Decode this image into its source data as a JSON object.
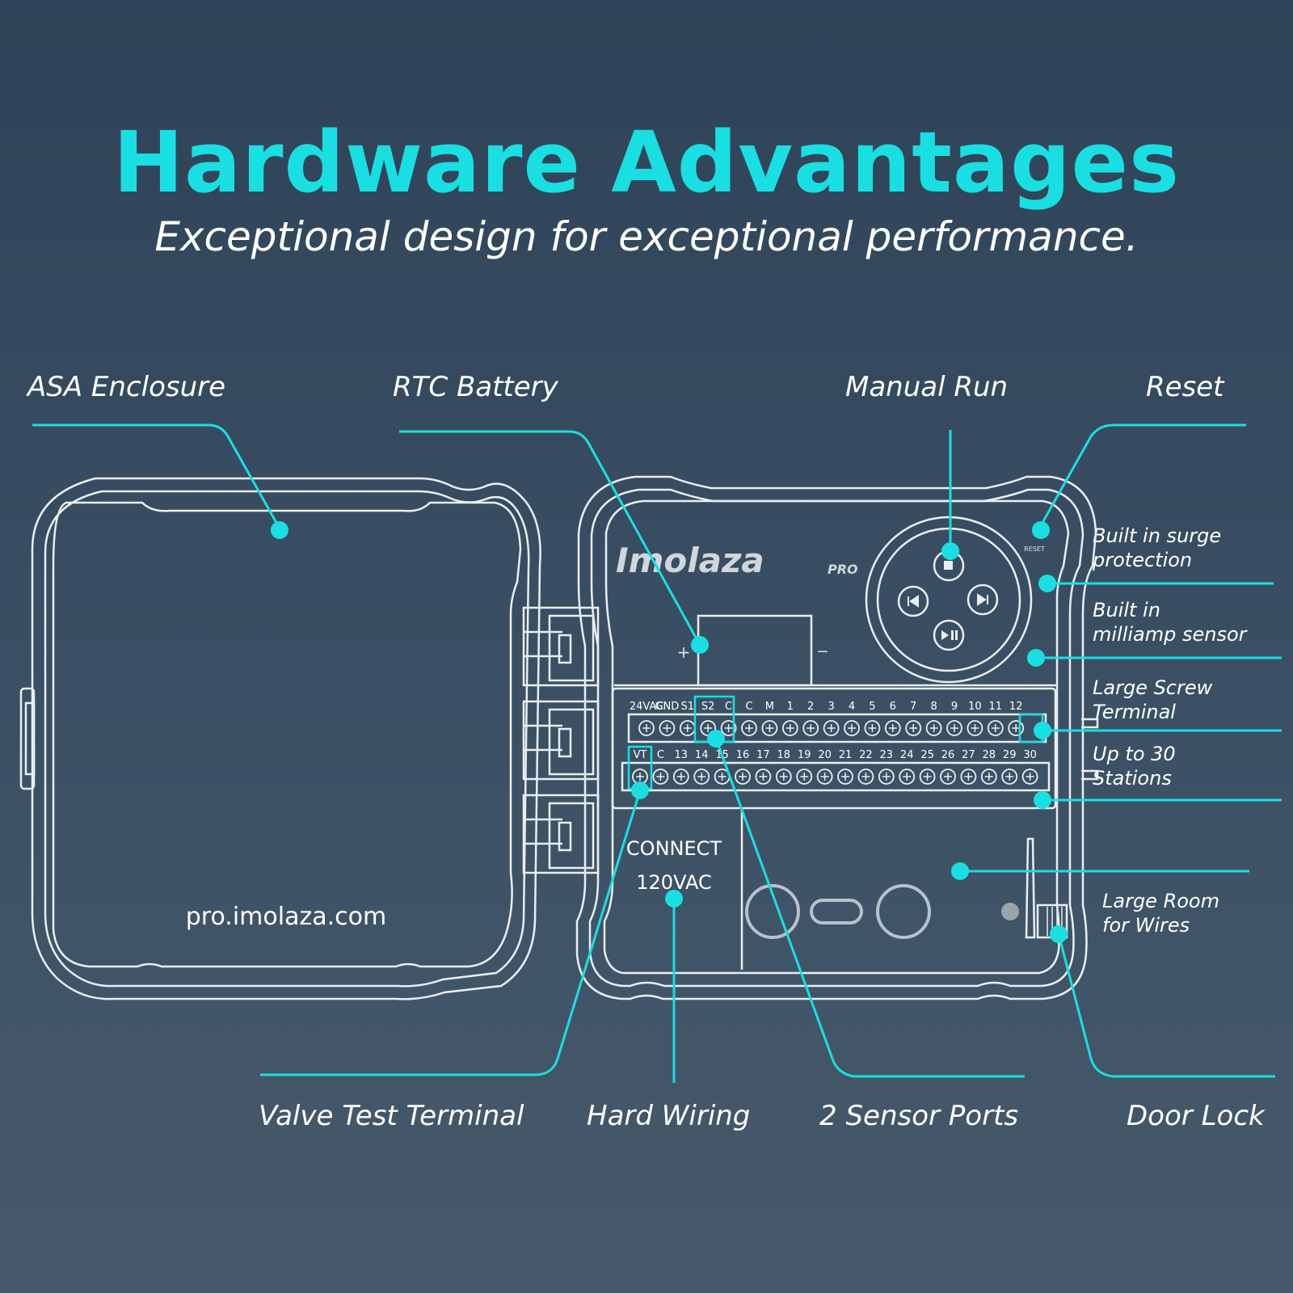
{
  "header": {
    "title": "Hardware Advantages",
    "subtitle": "Exceptional design for exceptional performance."
  },
  "colors": {
    "accent": "#19dfe2",
    "outline": "#e9eef2",
    "background_top": "#2f4358",
    "background_bottom": "#475a6b"
  },
  "callouts": {
    "asa_enclosure": "ASA Enclosure",
    "rtc_battery": "RTC Battery",
    "manual_run": "Manual Run",
    "reset": "Reset",
    "surge": [
      "Built in surge",
      "protection"
    ],
    "milliamp": [
      "Built in",
      "milliamp sensor"
    ],
    "screw_terminal": [
      "Large Screw",
      "Terminal"
    ],
    "stations": [
      "Up to 30",
      "Stations"
    ],
    "room_wires": [
      "Large Room",
      "for Wires"
    ],
    "valve_test": "Valve Test Terminal",
    "hard_wiring": "Hard Wiring",
    "sensor_ports": "2 Sensor Ports",
    "door_lock": "Door Lock"
  },
  "device": {
    "website": "pro.imolaza.com",
    "brand": "Imolaza",
    "brand_suffix": "PRO",
    "reset_label": "RESET",
    "battery_plus": "+",
    "battery_minus": "−",
    "connect_label": "CONNECT",
    "voltage_label": "120VAC",
    "terminal_row_1": [
      "24VAC",
      "GND",
      "S1",
      "S2",
      "C",
      "C",
      "M",
      "1",
      "2",
      "3",
      "4",
      "5",
      "6",
      "7",
      "8",
      "9",
      "10",
      "11",
      "12"
    ],
    "terminal_row_2": [
      "VT",
      "C",
      "13",
      "14",
      "15",
      "16",
      "17",
      "18",
      "19",
      "20",
      "21",
      "22",
      "23",
      "24",
      "25",
      "26",
      "27",
      "28",
      "29",
      "30"
    ]
  }
}
